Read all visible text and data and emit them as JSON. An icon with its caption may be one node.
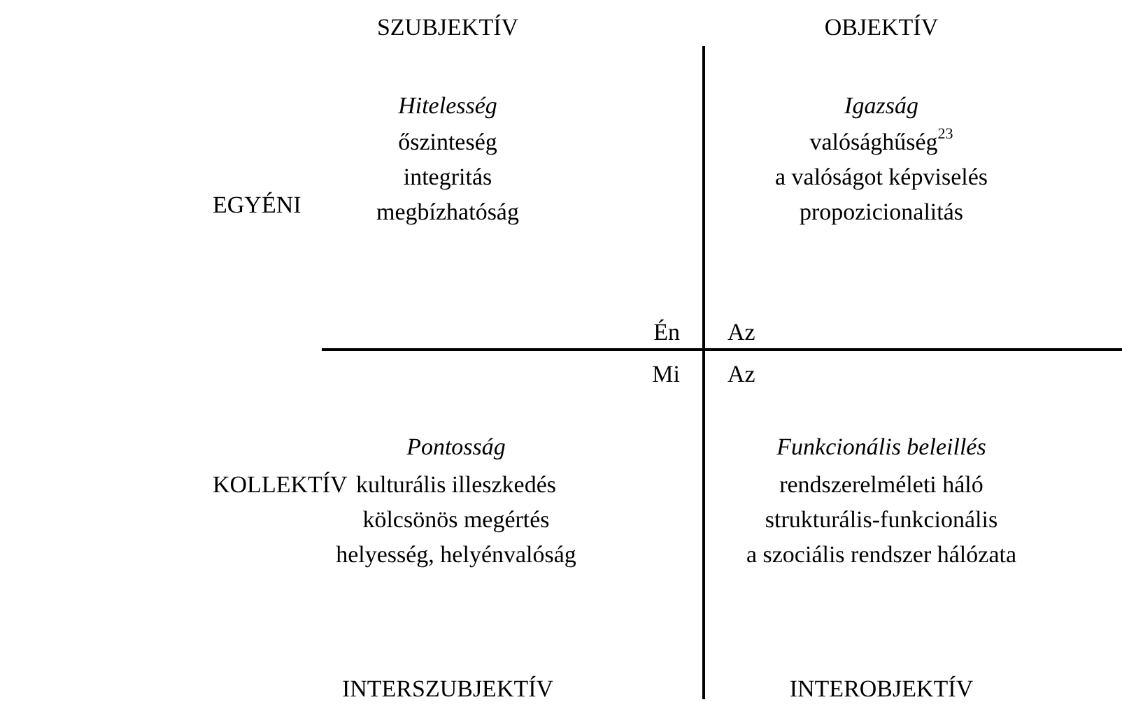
{
  "diagram": {
    "labels": [
      "SZUBJEKTÍV",
      "OBJEKTÍV",
      "Hitelesség",
      "őszinteség",
      "integritás",
      "megbízhatóság",
      "Igazság",
      "valósághűség$^{23}$",
      "a valóságot képviselés",
      "propozicionalitás",
      "EGYÉNI",
      "Én",
      "Az",
      "Mi",
      "Az",
      "Pontosság",
      "kulturális illeszkedés",
      "kölcsönös megértés",
      "helyesség, helyénvalóság",
      "Funkcionális beleillés",
      "rendszerelméleti háló",
      "strukturális-funkcionális",
      "a szociális rendszer hálózata",
      "KOLLEKTÍV",
      "INTERSZUBJEKTÍV",
      "INTEROBJEKTÍV"
    ]
  }
}
